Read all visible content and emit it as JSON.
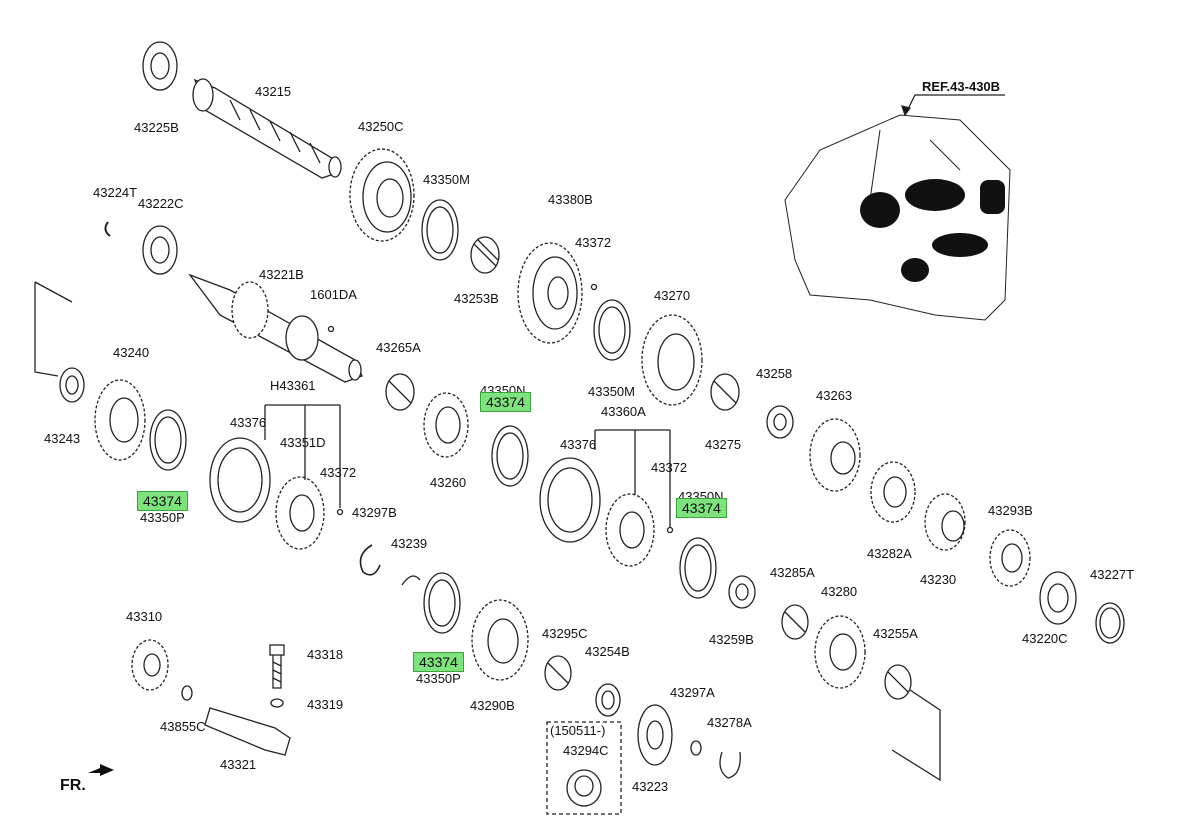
{
  "reference": "REF.43-430B",
  "direction_mark": "FR.",
  "note_box": "(150511-)",
  "highlighted_part": "43374",
  "parts": [
    "43225B",
    "43215",
    "43250C",
    "43350M",
    "43380B",
    "43372",
    "43224T",
    "43222C",
    "43253B",
    "43221B",
    "1601DA",
    "43270",
    "43240",
    "43265A",
    "43350M",
    "43243",
    "H43361",
    "43376",
    "43351D",
    "43372",
    "43350N",
    "43374",
    "43360A",
    "43258",
    "43263",
    "43374",
    "43350P",
    "43260",
    "43376",
    "43372",
    "43350N",
    "43374",
    "43282A",
    "43293B",
    "43297B",
    "43239",
    "43275",
    "43230",
    "43227T",
    "43285A",
    "43280",
    "43310",
    "43318",
    "43374",
    "43350P",
    "43295C",
    "43254B",
    "43259B",
    "43255A",
    "43220C",
    "43319",
    "43855C",
    "43290B",
    "43297A",
    "43278A",
    "43294C",
    "43223",
    "43321"
  ],
  "colors": {
    "highlight": "#7ee37e",
    "line": "#222222",
    "background": "#ffffff"
  }
}
